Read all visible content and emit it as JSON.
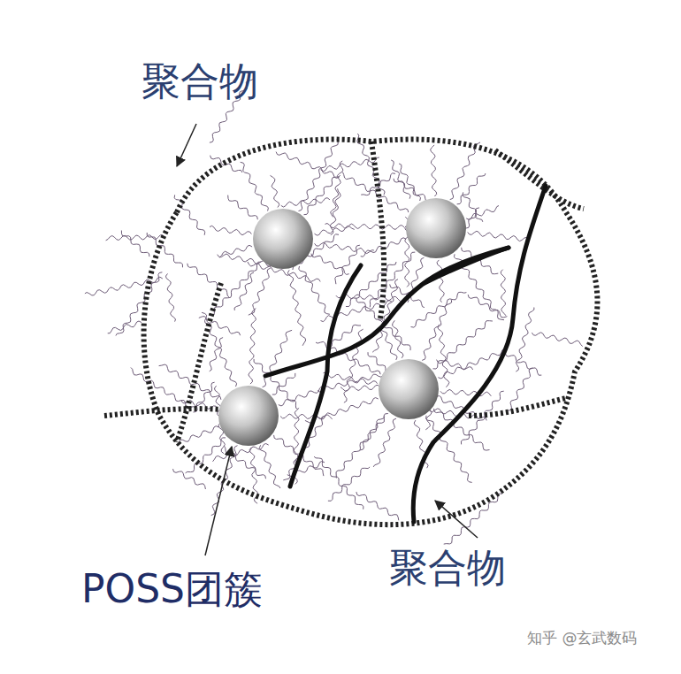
{
  "diagram": {
    "labels": [
      "聚合物",
      "聚合物",
      "POSS团簇",
      "知乎 @玄武数码"
    ]
  }
}
